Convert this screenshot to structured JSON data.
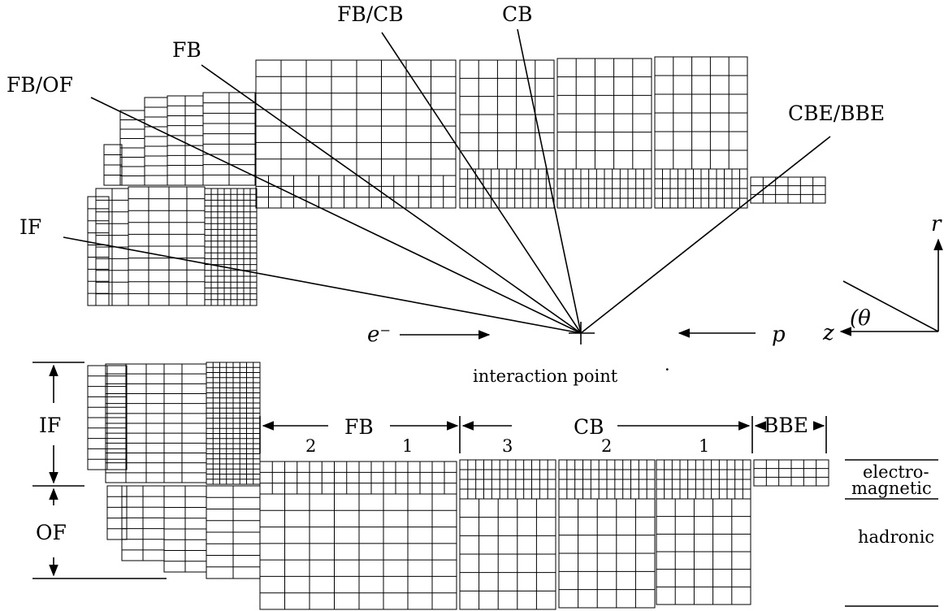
{
  "top_view": {
    "line_labels": {
      "fb_of": "FB/OF",
      "fb": "FB",
      "fb_cb": "FB/CB",
      "cb": "CB",
      "cbe_bbe": "CBE/BBE",
      "if": "IF"
    },
    "beam_electron": "e⁻",
    "beam_proton": "p",
    "interaction_point": "interaction point",
    "axes": {
      "r": "r",
      "z": "z",
      "theta": "(θ"
    }
  },
  "bottom_view": {
    "sections": {
      "if": "IF",
      "of": "OF",
      "fb": "FB",
      "cb": "CB",
      "bbe": "BBE"
    },
    "fb_modules": [
      "2",
      "1"
    ],
    "cb_modules": [
      "3",
      "2",
      "1"
    ],
    "layers": {
      "electromagnetic": [
        "electro-",
        "magnetic"
      ],
      "hadronic": "hadronic"
    }
  }
}
